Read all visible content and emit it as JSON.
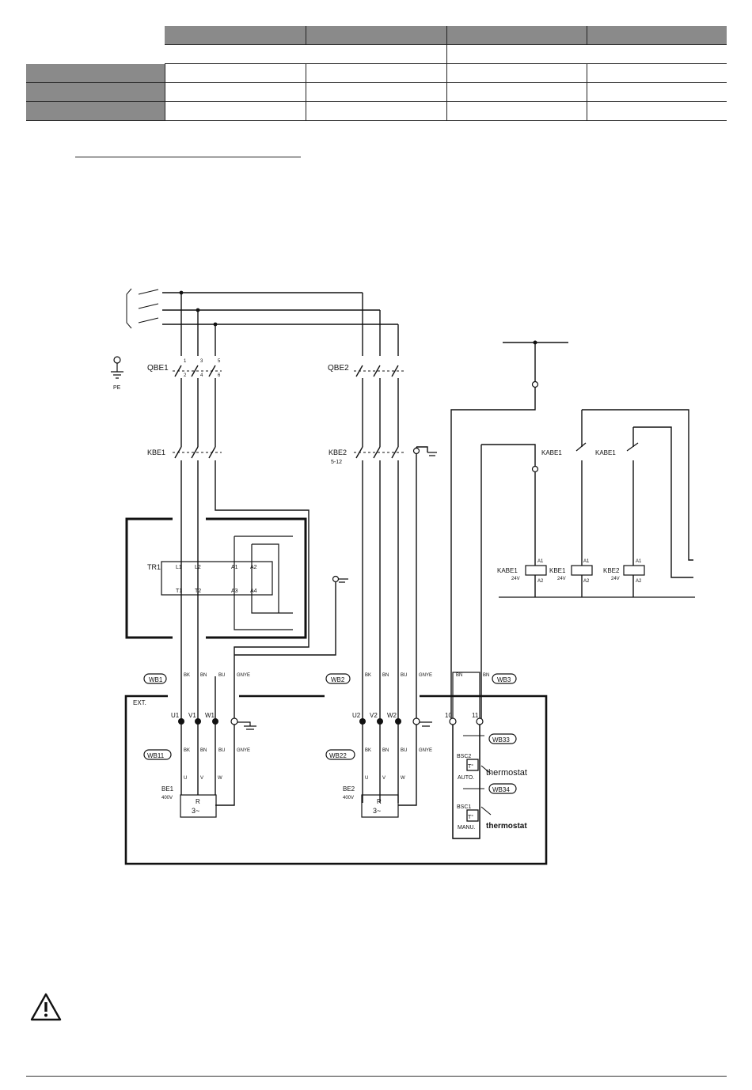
{
  "diagram": {
    "breaker_main": "QBE1",
    "breaker_second": "QBE2",
    "contactor_main": "KBE1",
    "contactor_second": "KBE2",
    "contactor_second_sub": "5-12",
    "transformer": "TR1",
    "tr_terms": [
      "L1",
      "L2",
      "A1",
      "A2",
      "T1",
      "T2",
      "A3",
      "A4"
    ],
    "pe_label": "PE",
    "ext_label": "EXT.",
    "cables": {
      "wb1": "WB1",
      "wb2": "WB2",
      "wb3": "WB3",
      "wb11": "WB11",
      "wb22": "WB22",
      "wb33": "WB33",
      "wb34": "WB34"
    },
    "wire_colors": [
      "BK",
      "BN",
      "BU",
      "GNYE"
    ],
    "wire_bn": "BN",
    "terminals_1": [
      "U1",
      "V1",
      "W1"
    ],
    "terminals_2": [
      "U2",
      "V2",
      "W2"
    ],
    "terminal_10": "10",
    "terminal_11": "11",
    "uvw": [
      "U",
      "V",
      "W"
    ],
    "heater_1": "BE1",
    "heater_2": "BE2",
    "voltage_400": "400V",
    "heater_symbol": "R",
    "phase_symbol": "3~",
    "coils": [
      {
        "name": "KABE1",
        "voltage": "24V"
      },
      {
        "name": "KBE1",
        "voltage": "24V"
      },
      {
        "name": "KBE2",
        "voltage": "24V"
      }
    ],
    "coil_a1": "A1",
    "coil_a2": "A2",
    "contact_names": [
      "KABE1",
      "KABE1"
    ],
    "pole_nums": [
      "1",
      "3",
      "5",
      "2",
      "4",
      "6"
    ],
    "thermo_1_tag": "BSC2",
    "thermo_1_mode": "AUTO.",
    "thermo_2_tag": "BSC1",
    "thermo_2_mode": "MANU.",
    "thermostat": "thermostat",
    "thermo_symbol": "T°"
  },
  "colors": {
    "line": "#111111",
    "shade": "#8a8a8a"
  },
  "icons": {
    "warning": "warning-triangle-icon"
  }
}
